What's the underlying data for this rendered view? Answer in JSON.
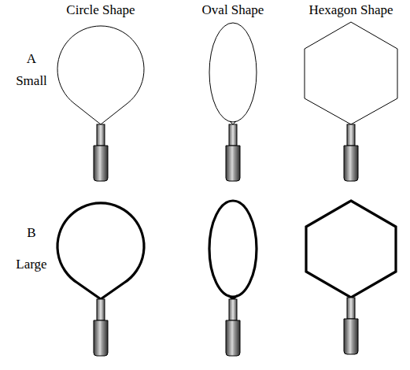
{
  "diagram": {
    "labels": [
      "Circle Shape",
      "Oval Shape",
      "Hexagon Shape",
      "A",
      "Small",
      "B",
      "Large"
    ]
  }
}
